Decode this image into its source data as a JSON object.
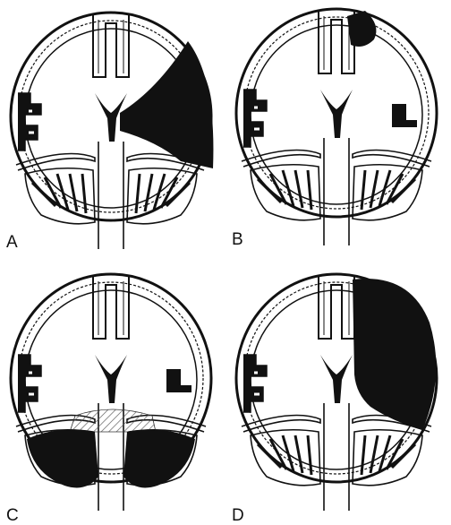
{
  "panels": [
    {
      "label": "A",
      "lesion": "epidural-hematoma"
    },
    {
      "label": "B",
      "lesion": "parasagittal-collection"
    },
    {
      "label": "C",
      "lesion": "infratentorial-hematoma"
    },
    {
      "label": "D",
      "lesion": "subdural-hematoma"
    }
  ],
  "colors": {
    "ink": "#111111",
    "paper": "#ffffff",
    "hatch": "#555555"
  }
}
